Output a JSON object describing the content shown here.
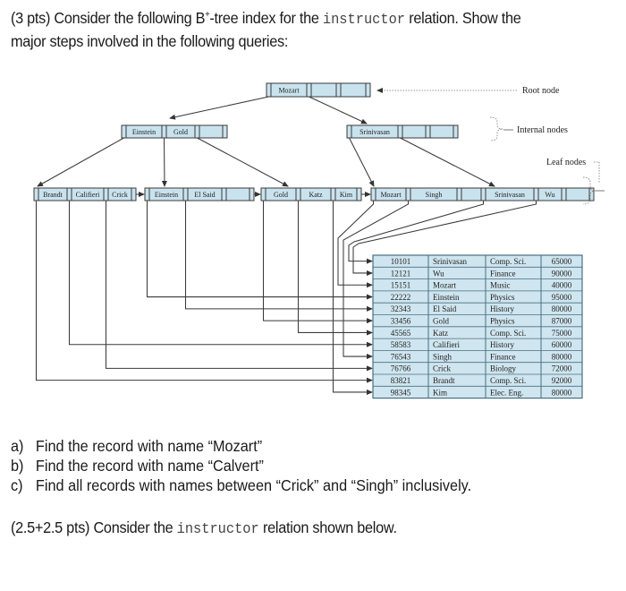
{
  "question1": {
    "points": "(3 pts)",
    "text_before": " Consider the following B",
    "superscript": "+",
    "text_mid": "-tree index for the ",
    "relation": "instructor",
    "text_after": " relation. Show the",
    "line2": "major steps involved in the following queries:"
  },
  "diagram": {
    "labels": {
      "root": "Root node",
      "internal": "Internal nodes",
      "leaf": "Leaf nodes"
    },
    "root_node": {
      "keys": [
        "Mozart",
        "",
        ""
      ]
    },
    "internal_nodes": [
      {
        "keys": [
          "Einstein",
          "Gold",
          ""
        ]
      },
      {
        "keys": [
          "Srinivasan",
          "",
          ""
        ]
      }
    ],
    "leaf_nodes": [
      {
        "keys": [
          "Brandt",
          "Califieri",
          "Crick"
        ]
      },
      {
        "keys": [
          "Einstein",
          "El Said",
          ""
        ]
      },
      {
        "keys": [
          "Gold",
          "Katz",
          "Kim"
        ]
      },
      {
        "keys": [
          "Mozart",
          "Singh",
          ""
        ]
      },
      {
        "keys": [
          "Srinivasan",
          "Wu",
          ""
        ]
      }
    ],
    "colors": {
      "node_fill": "#c9e3ee",
      "line": "#3a3a3a",
      "table_fill": "#cfe5ef"
    }
  },
  "instructor_table": {
    "rows": [
      [
        "10101",
        "Srinivasan",
        "Comp. Sci.",
        "65000"
      ],
      [
        "12121",
        "Wu",
        "Finance",
        "90000"
      ],
      [
        "15151",
        "Mozart",
        "Music",
        "40000"
      ],
      [
        "22222",
        "Einstein",
        "Physics",
        "95000"
      ],
      [
        "32343",
        "El Said",
        "History",
        "80000"
      ],
      [
        "33456",
        "Gold",
        "Physics",
        "87000"
      ],
      [
        "45565",
        "Katz",
        "Comp. Sci.",
        "75000"
      ],
      [
        "58583",
        "Califieri",
        "History",
        "60000"
      ],
      [
        "76543",
        "Singh",
        "Finance",
        "80000"
      ],
      [
        "76766",
        "Crick",
        "Biology",
        "72000"
      ],
      [
        "83821",
        "Brandt",
        "Comp. Sci.",
        "92000"
      ],
      [
        "98345",
        "Kim",
        "Elec. Eng.",
        "80000"
      ]
    ]
  },
  "queries": [
    {
      "label": "a)",
      "text": "Find the record with name “Mozart”"
    },
    {
      "label": "b)",
      "text": "Find the record with name “Calvert”"
    },
    {
      "label": "c)",
      "text": "Find all records with names between “Crick” and “Singh” inclusively."
    }
  ],
  "question2": {
    "points": "(2.5+2.5 pts)",
    "text_before": " Consider the ",
    "relation": "instructor",
    "text_after": " relation shown below."
  }
}
